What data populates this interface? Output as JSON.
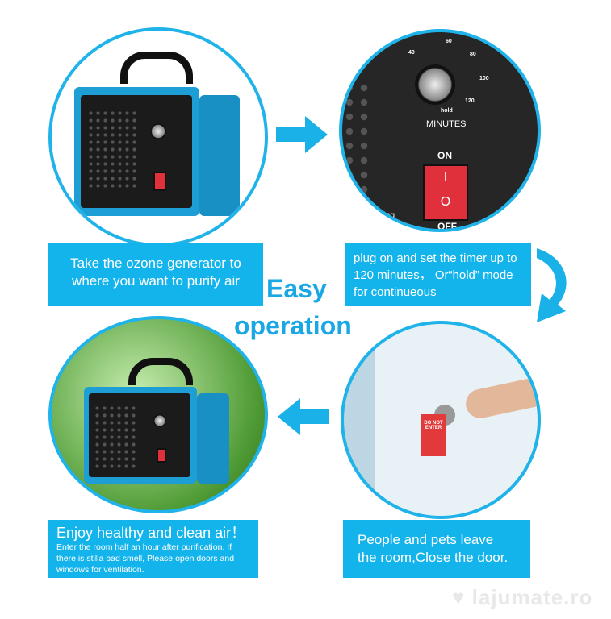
{
  "title_line1": "Easy",
  "title_line2": "operation",
  "steps": [
    {
      "text": "Take the ozone generator to where you want to purify air"
    },
    {
      "text": "plug on and set the timer up to 120 minutes， Or“hold” mode for continueous"
    },
    {
      "text": "People and pets leave the room,Close the door."
    },
    {
      "heading": "Enjoy healthy and clean air！",
      "text": "Enter the room half an hour after purification. If there is stilla bad smell, Please open doors and windows for ventilation."
    }
  ],
  "panel": {
    "minutes": "MINUTES",
    "on": "ON",
    "off": "OFF",
    "hold": "hold",
    "ticks": [
      "40",
      "60",
      "80",
      "100",
      "120"
    ],
    "operating": "rating",
    "switch_on": "I",
    "switch_off": "O"
  },
  "door_sign": "DO NOT ENTER",
  "watermark": "lajumate.ro",
  "colors": {
    "accent": "#13b4ec",
    "title": "#1aa7e3"
  }
}
